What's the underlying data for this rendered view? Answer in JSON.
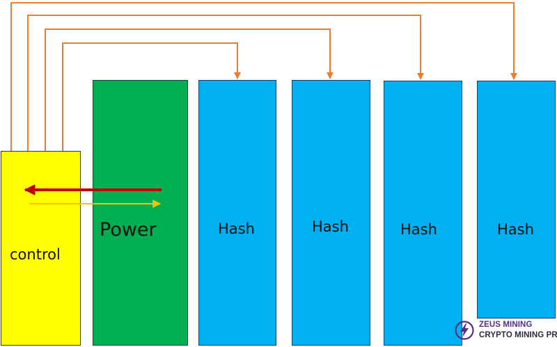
{
  "blocks": {
    "control": {
      "label": "control",
      "color": "#ffff00"
    },
    "power": {
      "label": "Power",
      "color": "#00b050"
    },
    "hash1": {
      "label": "Hash",
      "color": "#00b0f0"
    },
    "hash2": {
      "label": "Hash",
      "color": "#00b0f0"
    },
    "hash3": {
      "label": "Hash",
      "color": "#00b0f0"
    },
    "hash4": {
      "label": "Hash",
      "color": "#00b0f0"
    }
  },
  "colors": {
    "signal_wire": "#ed7d31",
    "power_arrow": "#c00000",
    "control_arrow": "#ffc000",
    "block_border": "#1f3a5f",
    "logo_purple": "#5b2c83",
    "logo_dark": "#2b2b3a"
  },
  "logo": {
    "icon": "lightning-bolt-circle-icon",
    "line1": "ZEUS MINING",
    "line2": "CRYPTO MINING PRO"
  }
}
